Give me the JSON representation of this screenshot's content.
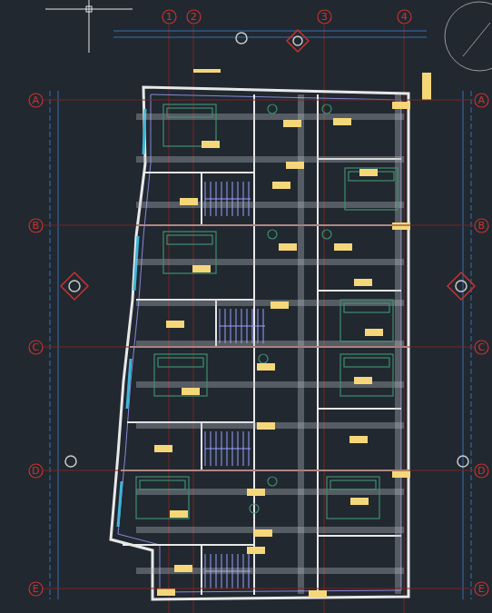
{
  "diagram": {
    "nodes": [
      {
        "text": [
          "1"
        ]
      },
      {
        "text": [
          "2"
        ]
      },
      {
        "text": [
          "3"
        ]
      },
      {
        "text": [
          "4"
        ]
      },
      {
        "text": [
          "A"
        ]
      },
      {
        "text": [
          "A"
        ]
      },
      {
        "text": [
          "B"
        ]
      },
      {
        "text": [
          "B"
        ]
      },
      {
        "text": [
          "C"
        ]
      },
      {
        "text": [
          "C"
        ]
      },
      {
        "text": [
          "D"
        ]
      },
      {
        "text": [
          "D"
        ]
      },
      {
        "text": [
          "E"
        ]
      },
      {
        "text": [
          "E"
        ]
      }
    ],
    "edges": [
      {
        "from": 4,
        "to": 5,
        "arrow": "none"
      },
      {
        "from": 6,
        "to": 7,
        "arrow": "none"
      },
      {
        "from": 8,
        "to": 9,
        "arrow": "none"
      },
      {
        "from": 10,
        "to": 11,
        "arrow": "none"
      },
      {
        "from": 12,
        "to": 13,
        "arrow": "none"
      }
    ]
  }
}
